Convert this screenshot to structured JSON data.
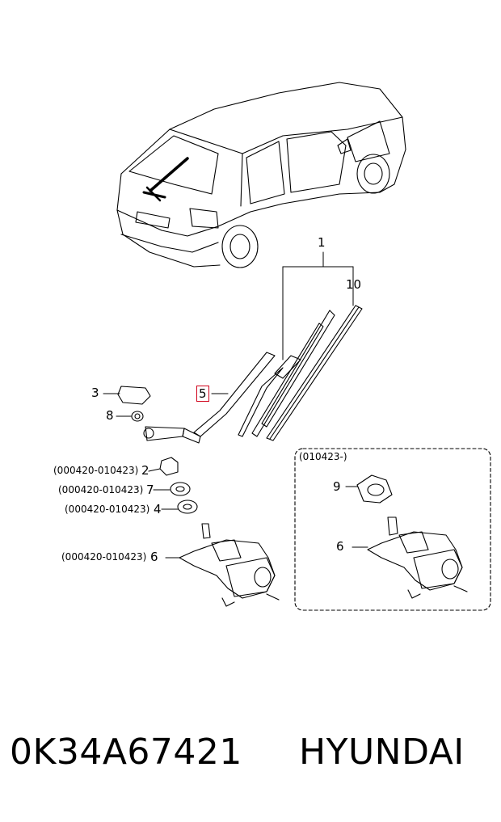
{
  "callouts": {
    "c1": "1",
    "c10": "10",
    "c3": "3",
    "c5": "5",
    "c8": "8",
    "c2": "2",
    "c7": "7",
    "c4": "4",
    "c6": "6",
    "c9": "9",
    "c6b": "6"
  },
  "ranges": {
    "r2": "(000420-010423)",
    "r7": "(000420-010423)",
    "r4": "(000420-010423)",
    "r6": "(000420-010423)",
    "inset": "(010423-)"
  },
  "highlight_color": "#d0021b",
  "footer": {
    "part_number": "0K34A67421",
    "brand": "HYUNDAI"
  }
}
